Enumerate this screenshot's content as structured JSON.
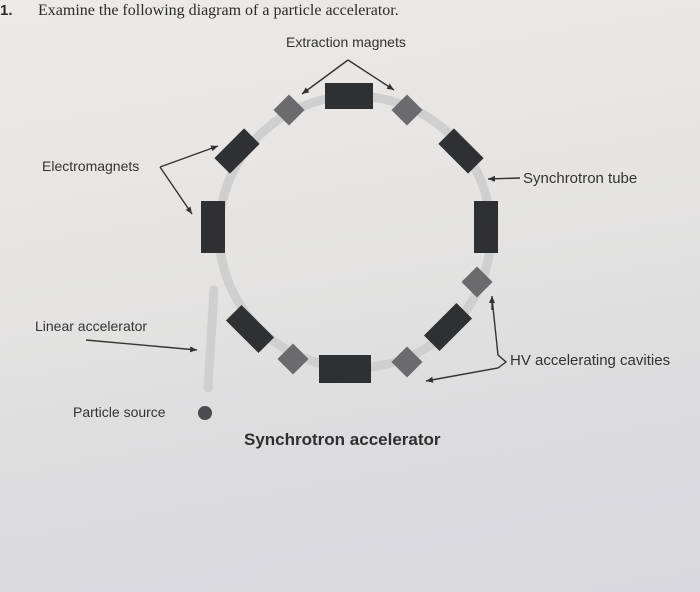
{
  "question": {
    "number": "1.",
    "text": "Examine the following diagram of a particle accelerator."
  },
  "diagram": {
    "labels": {
      "extraction_magnets": "Extraction magnets",
      "electromagnets": "Electromagnets",
      "synchrotron_tube": "Synchrotron tube",
      "linear_accelerator": "Linear accelerator",
      "hv_accelerating_cavities": "HV accelerating cavities",
      "particle_source": "Particle source"
    },
    "caption": "Synchrotron accelerator",
    "colors": {
      "magnet": "#2f3032",
      "cavity": "#6b6b6d",
      "tube": "#cfcfd0",
      "text": "#333333"
    }
  }
}
